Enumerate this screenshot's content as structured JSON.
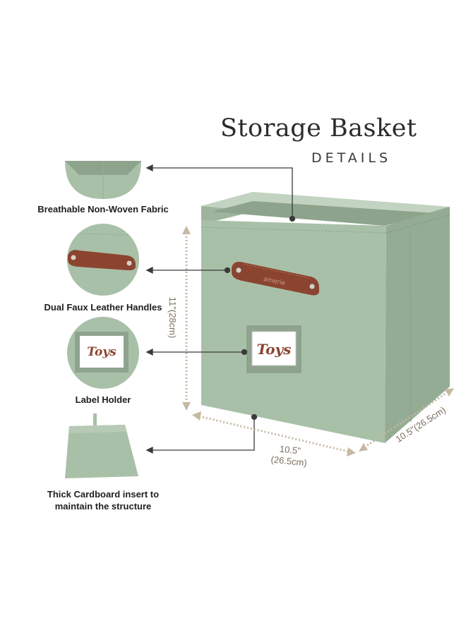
{
  "header": {
    "title": "Storage Basket",
    "subtitle": "DETAILS"
  },
  "features": [
    {
      "label": "Breathable Non-Woven Fabric"
    },
    {
      "label": "Dual Faux Leather Handles"
    },
    {
      "label": "Label Holder"
    },
    {
      "label": "Thick Cardboard insert to",
      "label2": "maintain the structure"
    }
  ],
  "label_card": {
    "text": "Toys"
  },
  "handle": {
    "brand": "amerie"
  },
  "dimensions": {
    "height": "11\"(28cm)",
    "width_line1": "10.5\"",
    "width_line2": "(26.5cm)",
    "depth": "10.5\"(26.5cm)"
  },
  "colors": {
    "fabric": "#a9c0a8",
    "fabric_dark": "#95ac94",
    "leather": "#8b4430",
    "dimension_dots": "#c6b9a3"
  }
}
